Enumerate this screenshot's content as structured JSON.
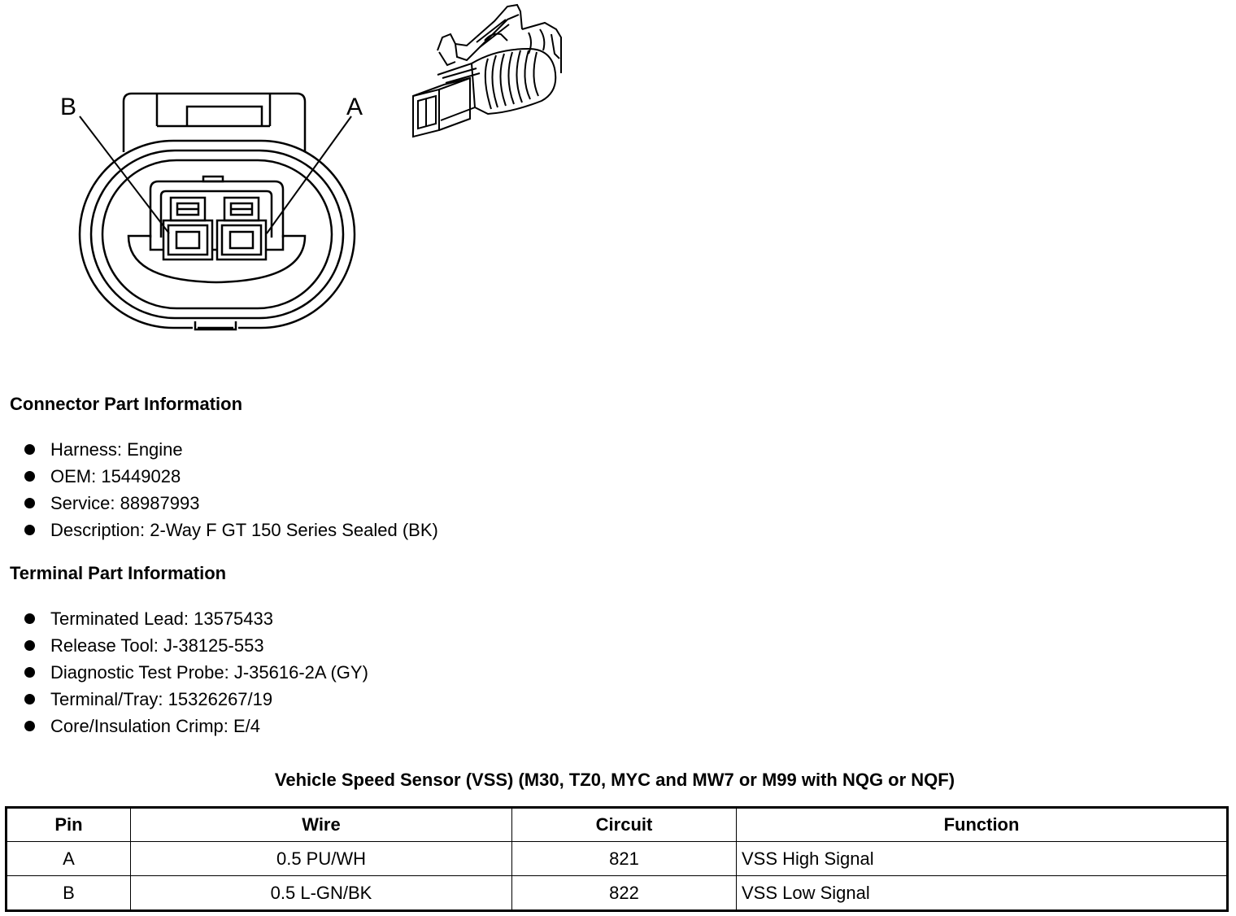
{
  "diagram": {
    "label_b": "B",
    "label_a": "A"
  },
  "connector_part_info": {
    "heading": "Connector Part Information",
    "items": [
      "Harness: Engine",
      "OEM: 15449028",
      "Service: 88987993",
      "Description: 2-Way F GT 150 Series Sealed (BK)"
    ]
  },
  "terminal_part_info": {
    "heading": "Terminal Part Information",
    "items": [
      "Terminated Lead: 13575433",
      "Release Tool: J-38125-553",
      "Diagnostic Test Probe: J-35616-2A (GY)",
      "Terminal/Tray: 15326267/19",
      "Core/Insulation Crimp: E/4"
    ]
  },
  "table": {
    "title": "Vehicle Speed Sensor (VSS) (M30, TZ0, MYC and MW7 or M99 with NQG or NQF)",
    "headers": [
      "Pin",
      "Wire",
      "Circuit",
      "Function"
    ],
    "rows": [
      [
        "A",
        "0.5 PU/WH",
        "821",
        "VSS High Signal"
      ],
      [
        "B",
        "0.5 L-GN/BK",
        "822",
        "VSS Low Signal"
      ]
    ]
  }
}
